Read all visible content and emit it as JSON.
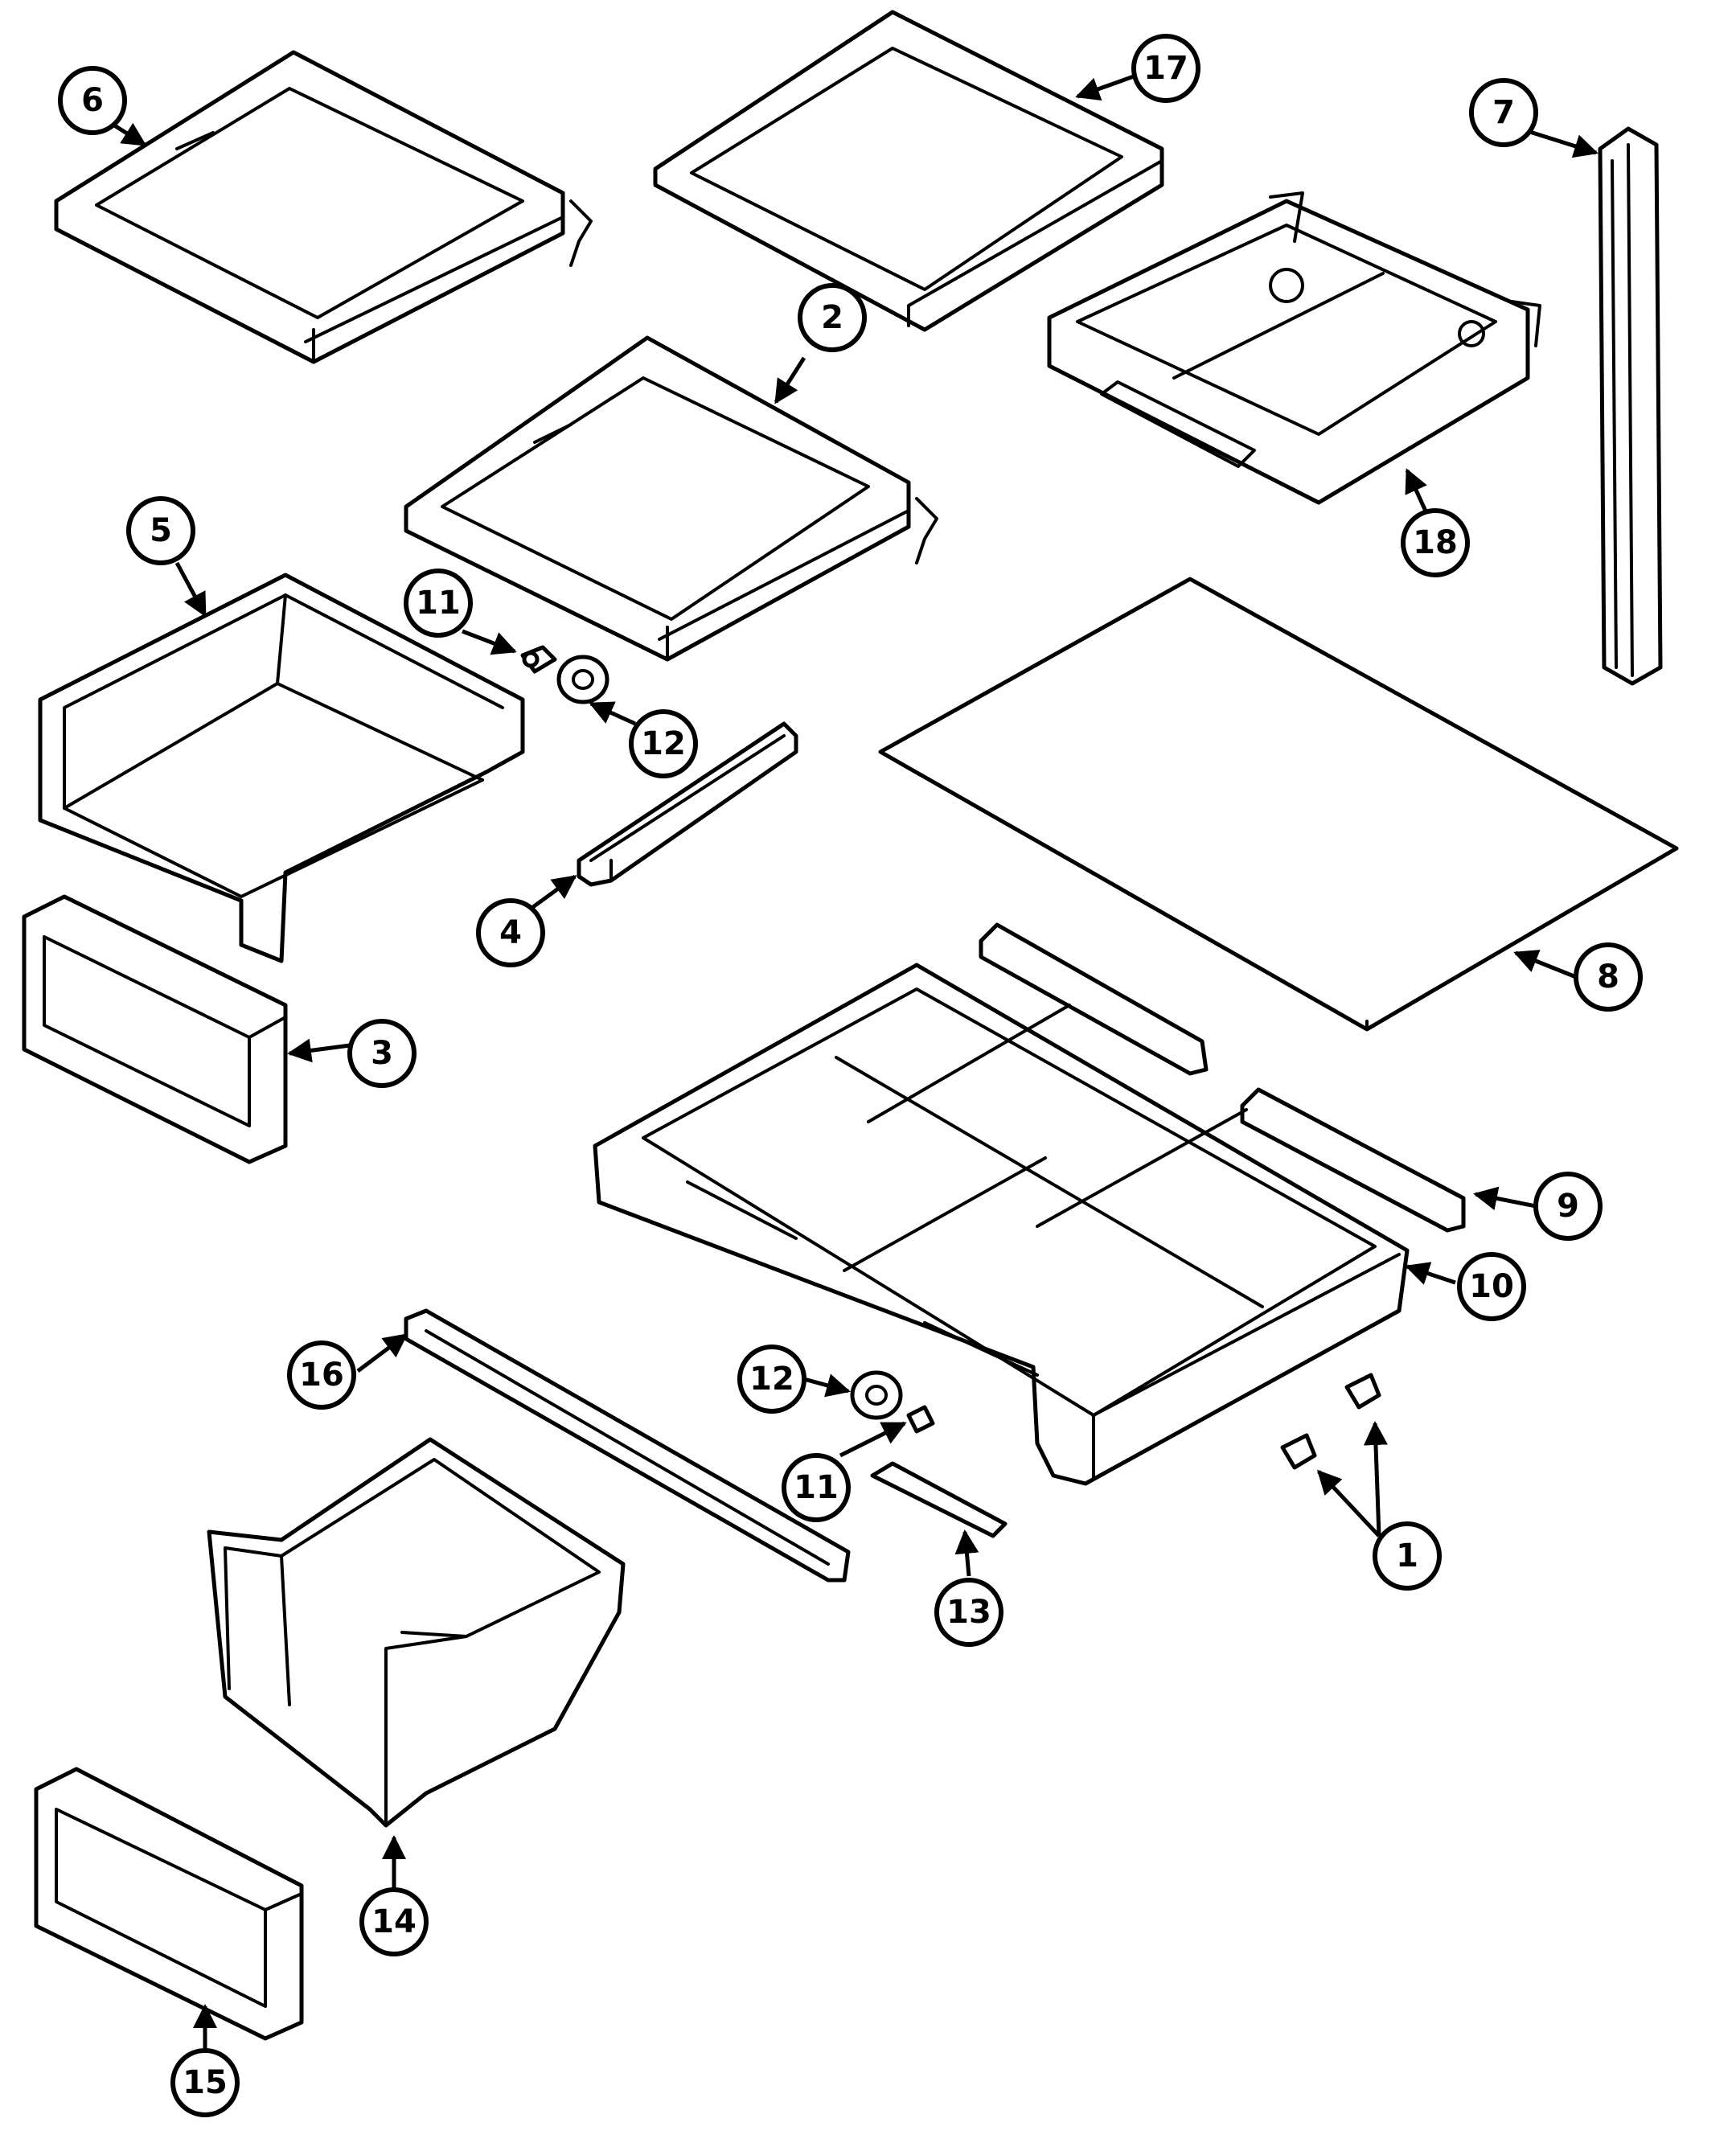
{
  "diagram": {
    "callouts": [
      {
        "id": "callout-1",
        "label": "1"
      },
      {
        "id": "callout-2",
        "label": "2"
      },
      {
        "id": "callout-3",
        "label": "3"
      },
      {
        "id": "callout-4",
        "label": "4"
      },
      {
        "id": "callout-5",
        "label": "5"
      },
      {
        "id": "callout-6",
        "label": "6"
      },
      {
        "id": "callout-7",
        "label": "7"
      },
      {
        "id": "callout-8",
        "label": "8"
      },
      {
        "id": "callout-9",
        "label": "9"
      },
      {
        "id": "callout-10",
        "label": "10"
      },
      {
        "id": "callout-11a",
        "label": "11"
      },
      {
        "id": "callout-11b",
        "label": "11"
      },
      {
        "id": "callout-12a",
        "label": "12"
      },
      {
        "id": "callout-12b",
        "label": "12"
      },
      {
        "id": "callout-13",
        "label": "13"
      },
      {
        "id": "callout-14",
        "label": "14"
      },
      {
        "id": "callout-15",
        "label": "15"
      },
      {
        "id": "callout-16",
        "label": "16"
      },
      {
        "id": "callout-17",
        "label": "17"
      },
      {
        "id": "callout-18",
        "label": "18"
      }
    ]
  }
}
